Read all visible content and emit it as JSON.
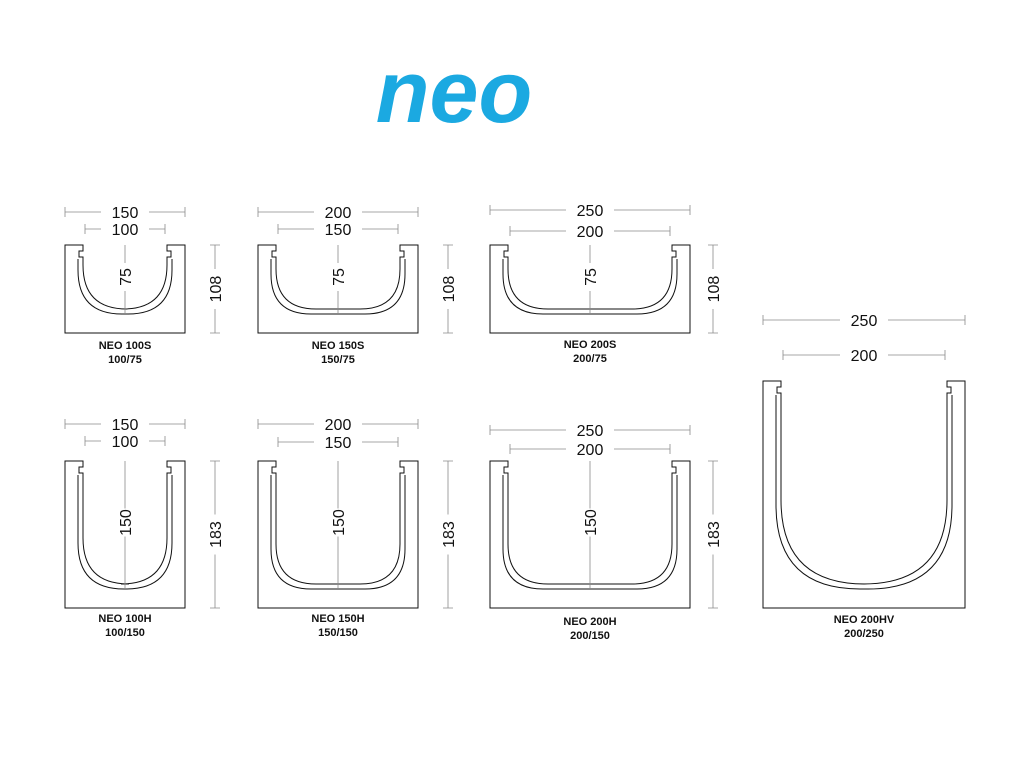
{
  "brand": {
    "logo_text": "neo",
    "logo_color": "#1ba9e1"
  },
  "profiles": [
    {
      "name": "NEO 100S",
      "spec": "100/75",
      "outer_width": "150",
      "inner_width": "100",
      "inner_depth": "75",
      "total_height": "108"
    },
    {
      "name": "NEO 150S",
      "spec": "150/75",
      "outer_width": "200",
      "inner_width": "150",
      "inner_depth": "75",
      "total_height": "108"
    },
    {
      "name": "NEO 200S",
      "spec": "200/75",
      "outer_width": "250",
      "inner_width": "200",
      "inner_depth": "75",
      "total_height": "108"
    },
    {
      "name": "NEO 100H",
      "spec": "100/150",
      "outer_width": "150",
      "inner_width": "100",
      "inner_depth": "150",
      "total_height": "183"
    },
    {
      "name": "NEO 150H",
      "spec": "150/150",
      "outer_width": "200",
      "inner_width": "150",
      "inner_depth": "150",
      "total_height": "183"
    },
    {
      "name": "NEO 200H",
      "spec": "200/150",
      "outer_width": "250",
      "inner_width": "200",
      "inner_depth": "150",
      "total_height": "183"
    },
    {
      "name": "NEO 200HV",
      "spec": "200/250",
      "outer_width": "250",
      "inner_width": "200",
      "inner_depth": "",
      "total_height": ""
    }
  ]
}
